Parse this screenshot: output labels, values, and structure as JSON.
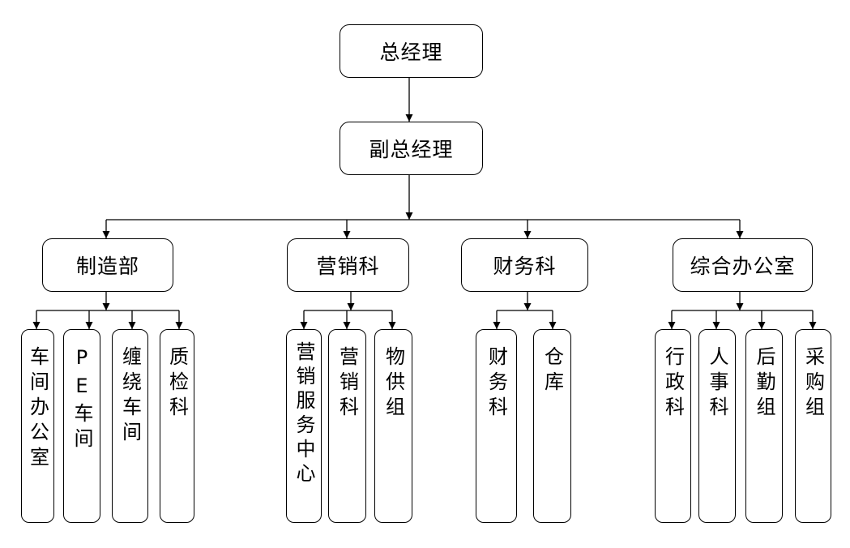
{
  "org_chart": {
    "top": "总经理",
    "deputy": "副总经理",
    "departments": [
      {
        "name": "制造部",
        "units": [
          "车间办公室",
          "PE车间",
          "缠绕车间",
          "质检科"
        ]
      },
      {
        "name": "营销科",
        "units": [
          "营销服务中心",
          "营销科",
          "物供组"
        ]
      },
      {
        "name": "财务科",
        "units": [
          "财务科",
          "仓库"
        ]
      },
      {
        "name": "综合办公室",
        "units": [
          "行政科",
          "人事科",
          "后勤组",
          "采购组"
        ]
      }
    ]
  }
}
